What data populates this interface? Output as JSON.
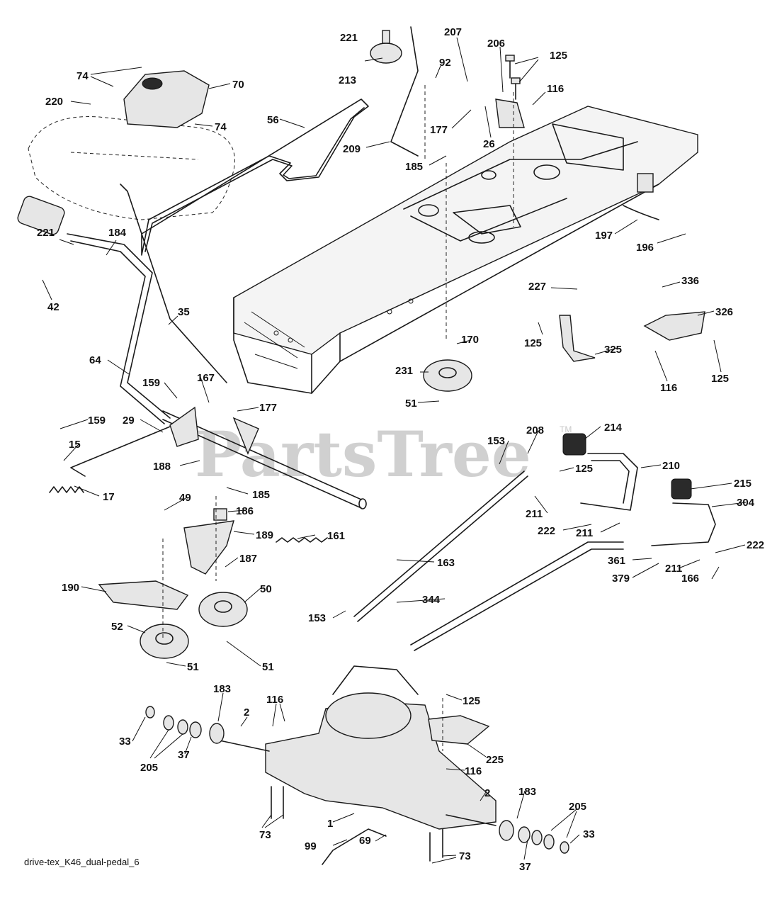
{
  "watermark": "PartsTree",
  "trademark": "TM",
  "caption": "drive-tex_K46_dual-pedal_6",
  "callouts": {
    "c221a": "221",
    "c213": "213",
    "c207": "207",
    "c92": "92",
    "c206": "206",
    "c125a": "125",
    "c116a": "116",
    "c177a": "177",
    "c26": "26",
    "c209": "209",
    "c74a": "74",
    "c70": "70",
    "c220": "220",
    "c74b": "74",
    "c56": "56",
    "c185a": "185",
    "c197": "197",
    "c196": "196",
    "c221b": "221",
    "c184": "184",
    "c42": "42",
    "c35": "35",
    "c227": "227",
    "c336": "336",
    "c326": "326",
    "c125b": "125",
    "c325": "325",
    "c116b": "116",
    "c125c": "125",
    "c170": "170",
    "c231": "231",
    "c51a": "51",
    "c64": "64",
    "c159a": "159",
    "c167": "167",
    "c177b": "177",
    "c159b": "159",
    "c29": "29",
    "c15": "15",
    "c17": "17",
    "c188": "188",
    "c153a": "153",
    "c208": "208",
    "c214": "214",
    "c125d": "125",
    "c210": "210",
    "c215": "215",
    "c304": "304",
    "c211a": "211",
    "c222a": "222",
    "c211b": "211",
    "c222b": "222",
    "c361": "361",
    "c211c": "211",
    "c379": "379",
    "c166": "166",
    "c49": "49",
    "c185b": "185",
    "c186": "186",
    "c189": "189",
    "c161": "161",
    "c187": "187",
    "c163": "163",
    "c190": "190",
    "c50": "50",
    "c153b": "153",
    "c344": "344",
    "c52": "52",
    "c51b": "51",
    "c51c": "51",
    "c183a": "183",
    "c116c": "116",
    "c125e": "125",
    "c2a": "2",
    "c33a": "33",
    "c205a": "205",
    "c37a": "37",
    "c225": "225",
    "c116d": "116",
    "c2b": "2",
    "c183b": "183",
    "c1": "1",
    "c73a": "73",
    "c205b": "205",
    "c33b": "33",
    "c99": "99",
    "c69": "69",
    "c73b": "73",
    "c37b": "37"
  }
}
